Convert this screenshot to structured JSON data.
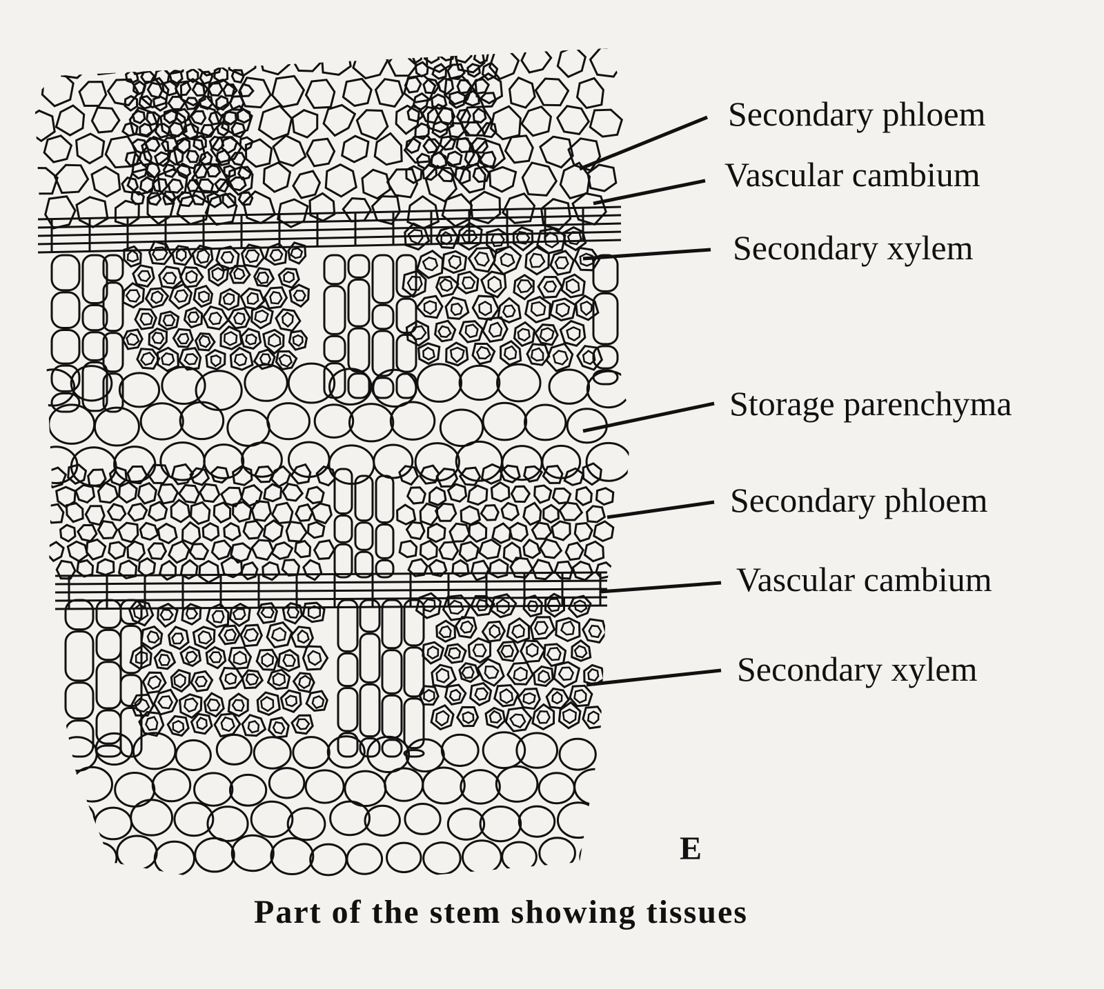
{
  "labels": [
    "Secondary phloem",
    "Vascular cambium",
    "Secondary xylem",
    "Storage parenchyma",
    "Secondary phloem",
    "Vascular cambium",
    "Secondary xylem"
  ],
  "panel_letter": "E",
  "caption": "Part of the stem showing tissues",
  "colors": {
    "ink": "#111111",
    "paper": "#f4f2ef"
  }
}
